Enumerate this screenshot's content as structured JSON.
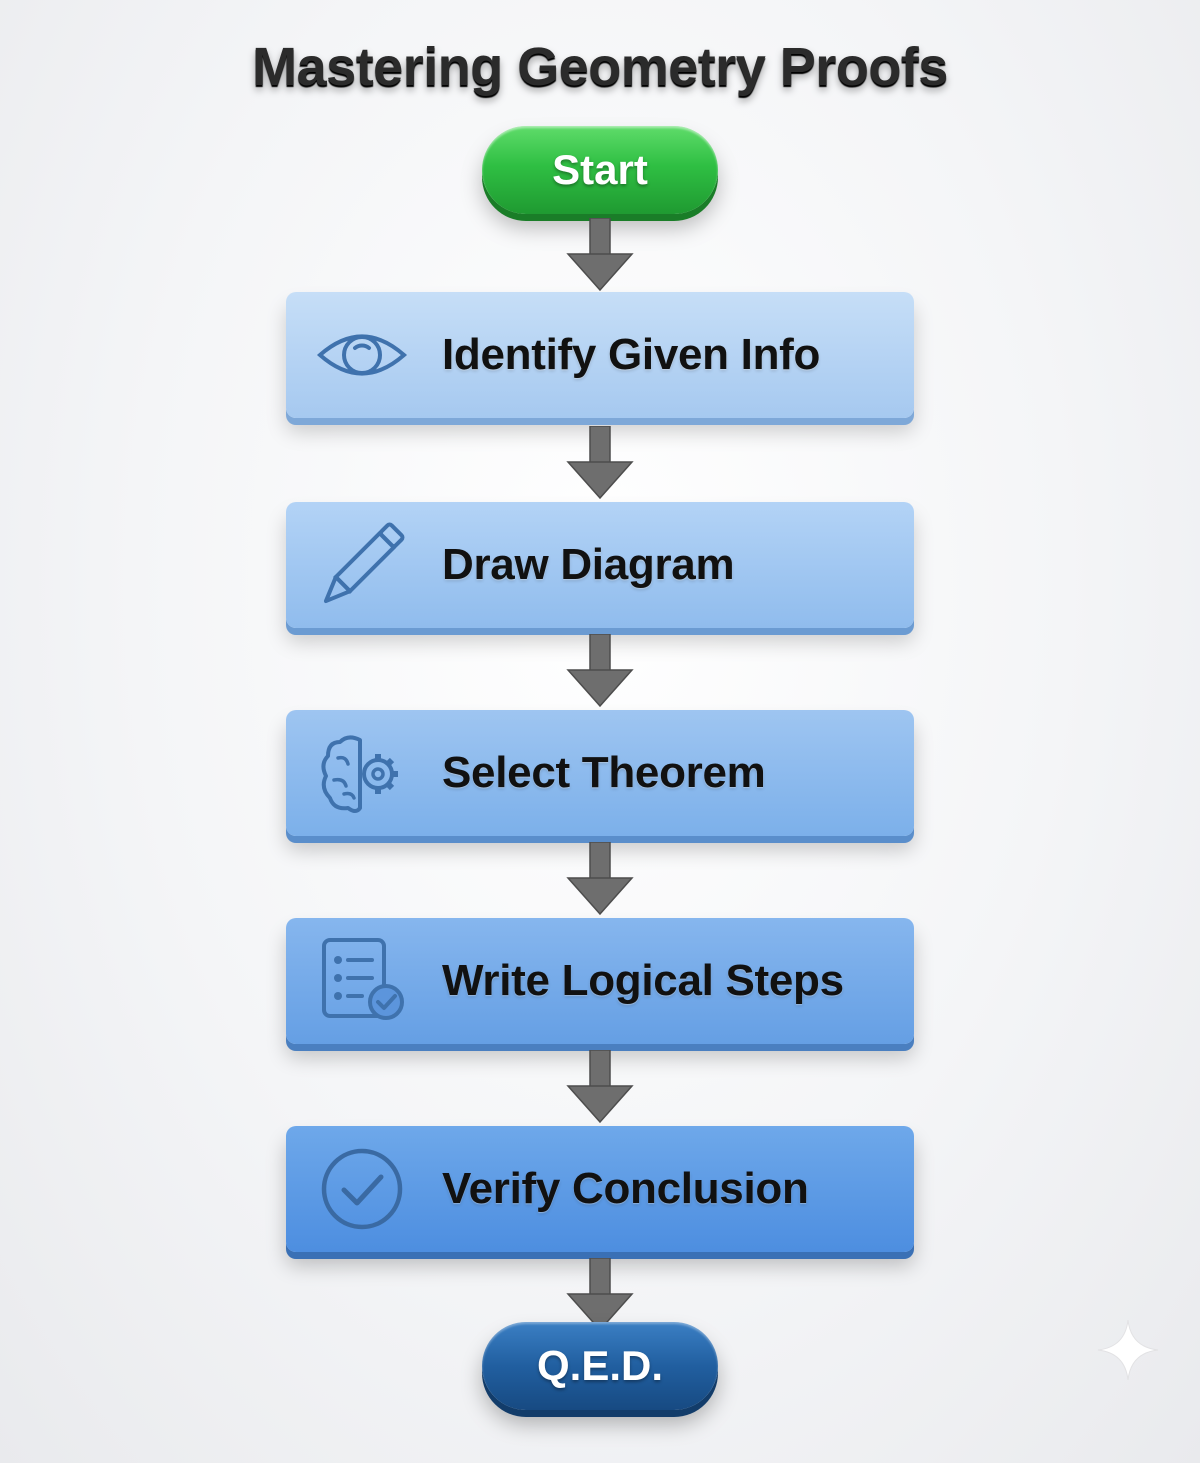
{
  "title": "Mastering Geometry Proofs",
  "start_label": "Start",
  "end_label": "Q.E.D.",
  "steps": [
    {
      "label": "Identify Given Info",
      "icon": "eye-icon"
    },
    {
      "label": "Draw Diagram",
      "icon": "pencil-icon"
    },
    {
      "label": "Select Theorem",
      "icon": "brain-gear-icon"
    },
    {
      "label": "Write Logical Steps",
      "icon": "checklist-icon"
    },
    {
      "label": "Verify Conclusion",
      "icon": "check-circle-icon"
    }
  ],
  "colors": {
    "start": "#2fbf43",
    "end": "#215fa0",
    "step_light": "#c6def7",
    "step_dark": "#4d8ee0",
    "arrow": "#6e6e6e",
    "icon_stroke": "#3f72ad"
  }
}
